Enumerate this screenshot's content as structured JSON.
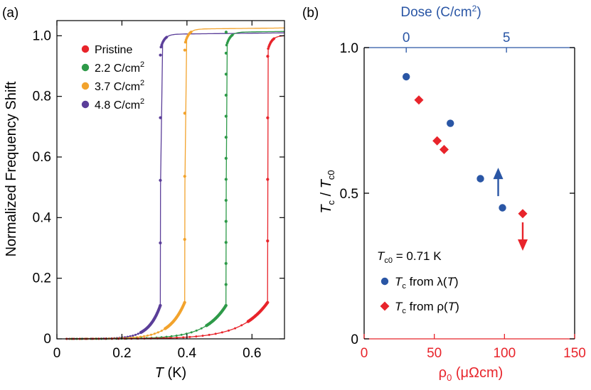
{
  "chart_data": [
    {
      "panel_label": "(a)",
      "type": "line",
      "xlabel_main": "T",
      "xlabel_unit": " (K)",
      "ylabel": "Normalized Frequency Shift",
      "xlim": [
        0,
        0.7
      ],
      "ylim": [
        0,
        1.05
      ],
      "xticks": [
        0,
        0.2,
        0.4,
        0.6
      ],
      "xtick_labels": [
        "0",
        "0.2",
        "0.4",
        "0.6"
      ],
      "yticks": [
        0,
        0.2,
        0.4,
        0.6,
        0.8,
        1.0
      ],
      "ytick_labels": [
        "0",
        "0.2",
        "0.4",
        "0.6",
        "0.8",
        "1.0"
      ],
      "legend": [
        {
          "label": "Pristine",
          "has_sup": false
        },
        {
          "label": "2.2 C/cm",
          "sup": "2",
          "has_sup": true
        },
        {
          "label": "3.7 C/cm",
          "sup": "2",
          "has_sup": true
        },
        {
          "label": "4.8 C/cm",
          "sup": "2",
          "has_sup": true
        }
      ],
      "legend_placement": "top-left",
      "series": [
        {
          "name": "Pristine",
          "color": "#e8242b",
          "tc": 0.648,
          "base": 0.12,
          "top": 1.0,
          "k": 5.0
        },
        {
          "name": "2.2 C/cm²",
          "color": "#2e9a49",
          "tc": 0.52,
          "base": 0.11,
          "top": 1.012,
          "k": 5.0
        },
        {
          "name": "3.7 C/cm²",
          "color": "#f2a32d",
          "tc": 0.393,
          "base": 0.12,
          "top": 1.022,
          "k": 5.2
        },
        {
          "name": "4.8 C/cm²",
          "color": "#5b3e99",
          "tc": 0.318,
          "base": 0.11,
          "top": 1.005,
          "k": 5.5
        }
      ]
    },
    {
      "panel_label": "(b)",
      "type": "scatter",
      "ylabel_parts": [
        "T",
        "c",
        " / ",
        "T",
        "c0"
      ],
      "xlabel_bottom": "ρ",
      "xlabel_bottom_sub": "0",
      "xlabel_bottom_unit": " (μΩcm)",
      "xlabel_top": "Dose (C/cm",
      "xlabel_top_sup": "2",
      "xlabel_top_end": ")",
      "xlim_bottom": [
        0,
        150
      ],
      "xlim_top": [
        -2.1,
        8.4
      ],
      "ylim": [
        0,
        1.0
      ],
      "xticks_bottom": [
        0,
        50,
        100,
        150
      ],
      "xtick_labels_bottom": [
        "0",
        "50",
        "100",
        "150"
      ],
      "xticks_top": [
        0,
        5
      ],
      "xtick_labels_top": [
        "0",
        "5"
      ],
      "yticks": [
        0,
        0.5,
        1.0
      ],
      "ytick_labels": [
        "0",
        "0.5",
        "1.0"
      ],
      "annotation_tc0": {
        "main": "T",
        "sub": "c0",
        "rest": " = 0.71 K"
      },
      "legend": [
        {
          "main": "T",
          "sub": "c",
          "rest": " from λ(",
          "var": "T",
          "end": ")"
        },
        {
          "main": "T",
          "sub": "c",
          "rest": " from ρ(",
          "var": "T",
          "end": ")"
        }
      ],
      "colors": {
        "blue": "#2a56a5",
        "red": "#e8242b"
      },
      "series": [
        {
          "name": "Tc from λ(T)",
          "x_axis": "top",
          "marker": "circle",
          "points": [
            [
              0,
              0.9
            ],
            [
              2.2,
              0.74
            ],
            [
              3.7,
              0.55
            ],
            [
              4.8,
              0.45
            ]
          ]
        },
        {
          "name": "Tc from ρ(T)",
          "x_axis": "bottom",
          "marker": "diamond",
          "points": [
            [
              39,
              0.82
            ],
            [
              52,
              0.68
            ],
            [
              57,
              0.65
            ],
            [
              113,
              0.43
            ]
          ]
        }
      ]
    }
  ]
}
